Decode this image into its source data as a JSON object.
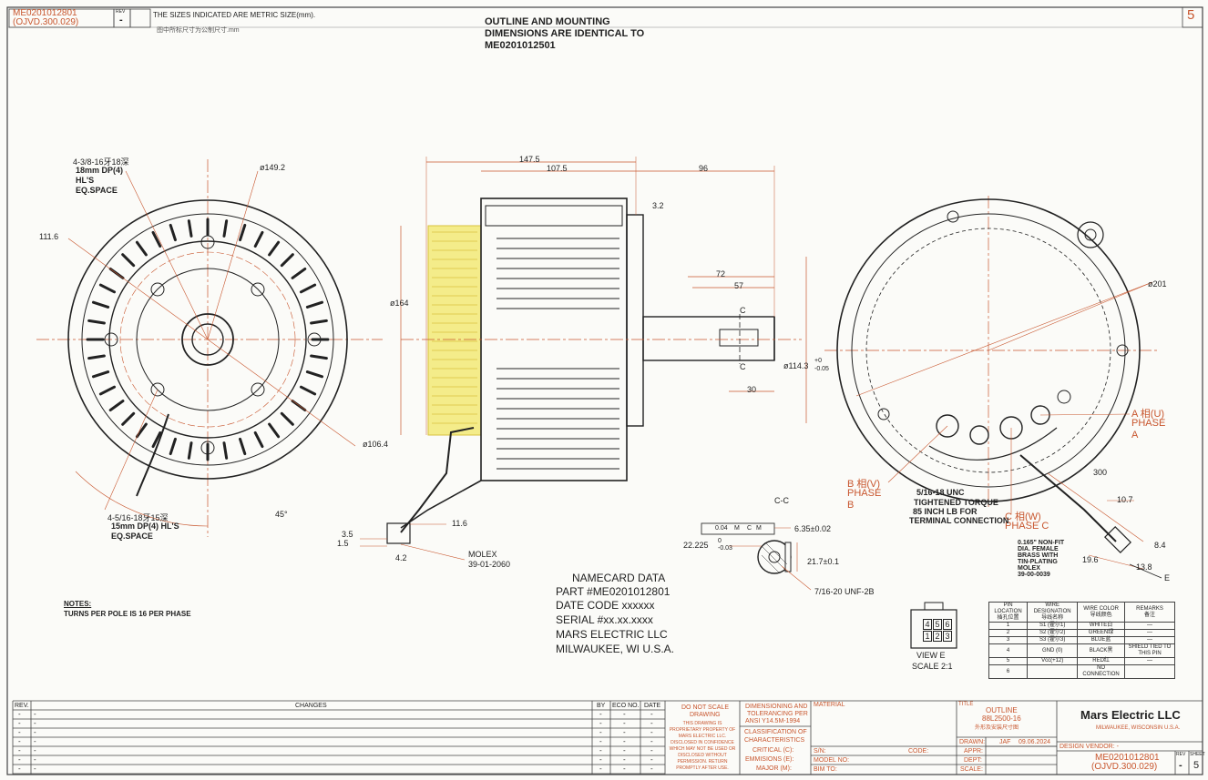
{
  "header": {
    "part_number": "ME0201012801",
    "part_code": "(OJVD.300.029)",
    "rev_label": "REV",
    "rev_value": "-",
    "metric_note": "THE SIZES INDICATED ARE METRIC SIZE(mm).",
    "metric_note_cn": "图中所标尺寸为公制尺寸.mm",
    "sheet_number": "5"
  },
  "outline_note": {
    "line1": "OUTLINE AND MOUNTING",
    "line2": "DIMENSIONS ARE IDENTICAL TO",
    "line3": "ME0201012501"
  },
  "front_view": {
    "thread_top": "4-3/8-16牙18深",
    "thread_top_2": "18mm DP(4)",
    "thread_top_3": "HL'S",
    "thread_top_4": "EQ.SPACE",
    "dim_149": "ø149.2",
    "dim_111": "111.6",
    "dim_106": "ø106.4",
    "angle": "45°",
    "thread_bottom": "4-5/16-18牙15深",
    "thread_bottom_2": "15mm DP(4) HL'S",
    "thread_bottom_3": "EQ.SPACE"
  },
  "side_view": {
    "dim_147": "147.5",
    "dim_107": "107.5",
    "dim_96": "96",
    "dim_3_2": "3.2",
    "dim_164": "ø164",
    "dim_72": "72",
    "dim_57": "57",
    "dim_30": "30",
    "section_c": "C",
    "dim_114": "ø114.3",
    "dim_114_tol_up": "+0",
    "dim_114_tol_dn": "-0.05",
    "dim_11_6": "11.6",
    "dim_3_5": "3.5",
    "dim_1_5": "1.5",
    "dim_4_2": "4.2",
    "molex": "MOLEX",
    "molex_part": "39-01-2060"
  },
  "section_cc": {
    "title": "C-C",
    "tol_flatness": "0.04",
    "tol_m1": "M",
    "tol_c": "C",
    "tol_m2": "M",
    "dim_6_35": "6.35±0.02",
    "dim_22": "22.225",
    "dim_22_tol_up": "0",
    "dim_22_tol_dn": "-0.03",
    "dim_21": "21.7±0.1",
    "thread": "7/16-20 UNF-2B"
  },
  "rear_view": {
    "dim_201": "ø201",
    "phase_a": "A 相(U)",
    "phase_a_2": "PHASE",
    "phase_a_3": "A",
    "phase_b": "B 相(V)",
    "phase_b_2": "PHASE",
    "phase_b_3": "B",
    "phase_c": "C 相(W)",
    "phase_c_2": "PHASE C",
    "torque_1": "5/16-18 UNC",
    "torque_2": "TIGHTENED TORQUE",
    "torque_3": "85 INCH LB FOR",
    "torque_4": "TERMINAL CONNECTION",
    "dim_300": "300",
    "dim_10_7": "10.7",
    "dim_8_4": "8.4",
    "dim_19_6": "19.6",
    "dim_13_8": "13.8",
    "label_e": "E",
    "pin_note_1": "0.165\" NON-FIT",
    "pin_note_2": "DIA. FEMALE",
    "pin_note_3": "BRASS WITH",
    "pin_note_4": "TIN-PLATING",
    "pin_note_5": "MOLEX",
    "pin_note_6": "39-00-0039"
  },
  "namecard": {
    "title": "NAMECARD DATA",
    "part": "PART #ME0201012801",
    "date": "DATE CODE xxxxxx",
    "serial": "SERIAL #xx.xx.xxxx",
    "company": "MARS ELECTRIC LLC",
    "city": "MILWAUKEE, WI U.S.A."
  },
  "notes": {
    "title": "NOTES:",
    "line1": "TURNS PER POLE IS 16 PER PHASE"
  },
  "view_e": {
    "label": "VIEW E",
    "scale": "SCALE 2:1",
    "pins_top": [
      "4",
      "5",
      "6"
    ],
    "pins_bottom": [
      "1",
      "2",
      "3"
    ]
  },
  "pin_table": {
    "headers": [
      "PIN LOCATION",
      "WIRE DESIGNATION",
      "WIRE COLOR",
      "REMARKS"
    ],
    "headers_cn": [
      "插孔位置",
      "导线名称",
      "导线颜色",
      "备注"
    ],
    "rows": [
      [
        "1",
        "S1 (霍尔1)",
        "WHITE白",
        "—"
      ],
      [
        "2",
        "S2 (霍尔2)",
        "GREEN绿",
        "—"
      ],
      [
        "3",
        "S3 (霍尔3)",
        "BLUE蓝",
        "—"
      ],
      [
        "4",
        "GND (0)",
        "BLACK黑",
        "SHIELD TIED TO THIS PIN"
      ],
      [
        "5",
        "Vcc(+12)",
        "RED红",
        "—"
      ],
      [
        "6",
        "",
        "NO CONNECTION",
        ""
      ]
    ]
  },
  "title_block": {
    "rev_col": "REV.",
    "changes_col": "CHANGES",
    "by_col": "BY",
    "eco_col": "ECO NO.",
    "date_col": "DATE",
    "dash": "-",
    "do_not_scale_1": "DO NOT SCALE",
    "do_not_scale_2": "DRAWING",
    "proprietary": "THIS DRAWING IS PROPRIETARY PROPERTY OF MARS ELECTRIC LLC. DISCLOSED IN CONFIDENCE WHICH MAY NOT BE USED OR DISCLOSED WITHOUT PERMISSION. RETURN PROMPTLY AFTER USE.",
    "dim_tol_1": "DIMENSIONING AND",
    "dim_tol_2": "TOLERANCING PER",
    "dim_tol_3": "ANSI Y14.5M-1994",
    "class_1": "CLASSIFICATION OF",
    "class_2": "CHARACTERISTICS",
    "critical": "CRITICAL (C):",
    "emissions": "EMMISIONS (E):",
    "major": "MAJOR (M):",
    "material": "MATERIAL",
    "sn": "S/N:",
    "code": "CODE:",
    "model_no": "MODEL NO:",
    "bim_to": "BIM TO:",
    "title_label": "TITLE",
    "title_value": "OUTLINE",
    "model": "88L2500-16",
    "title_cn": "外形及安装尺寸图",
    "drawn": "DRAWN:",
    "drawn_by": "JAF",
    "drawn_date": "09.06.2024",
    "appr": "APPR:",
    "dept": "DEPT:",
    "scale": "SCALE:",
    "company": "Mars Electric LLC",
    "company_addr": "MILWAUKEE, WISCONSIN  U.S.A.",
    "design_vendor": "DESIGN VENDOR:  -",
    "part_number": "ME0201012801",
    "part_code": "(OJVD.300.029)",
    "rev_label": "REV",
    "sheet_label": "SHEET",
    "sheet_value": "5"
  }
}
